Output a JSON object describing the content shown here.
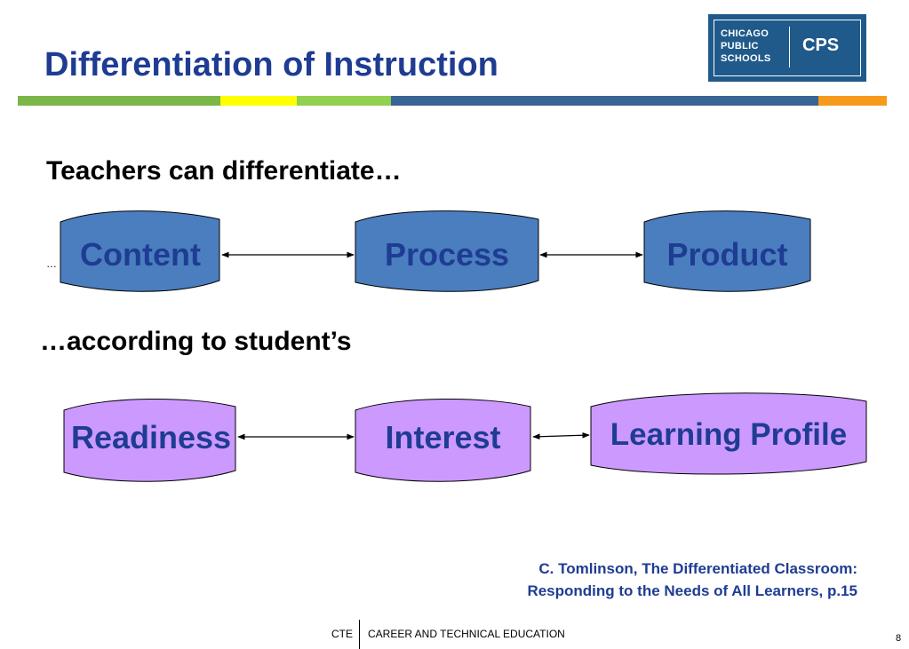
{
  "slide": {
    "title": "Differentiation of Instruction",
    "subheading_top": "Teachers can differentiate…",
    "subheading_bottom": "…according to student’s",
    "stray_ellipsis": "…",
    "citation_line1": "C. Tomlinson, The Differentiated Classroom:",
    "citation_line2": "Responding to the Needs of All Learners, p.15",
    "page_number": "8"
  },
  "logo": {
    "line1": "CHICAGO",
    "line2": "PUBLIC",
    "line3": "SCHOOLS",
    "abbrev": "CPS"
  },
  "footer": {
    "left": "CTE",
    "right": "CAREER AND TECHNICAL EDUCATION"
  },
  "top_row": {
    "items": [
      "Content",
      "Process",
      "Product"
    ],
    "fill": "#4a7ebf",
    "text_color": "#1f3c93"
  },
  "bottom_row": {
    "items": [
      "Readiness",
      "Interest",
      "Learning Profile"
    ],
    "fill": "#cc99ff",
    "text_color": "#1f3c93"
  },
  "colors": {
    "title": "#1f3c93",
    "bar_green": "#7ab648",
    "bar_yellow": "#ffff00",
    "bar_light_green": "#92d050",
    "bar_blue": "#3a6496",
    "bar_orange": "#f79a1c",
    "logo_bg": "#1f5a8a"
  }
}
